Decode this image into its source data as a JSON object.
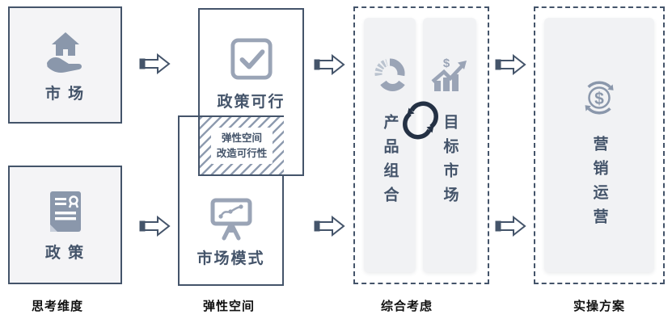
{
  "diagram": {
    "columns": [
      {
        "caption": "思考维度",
        "boxes": [
          {
            "label": "市 场",
            "icon": "house-in-hand-icon"
          },
          {
            "label": "政 策",
            "icon": "policy-document-icon"
          }
        ]
      },
      {
        "caption": "弹性空间",
        "boxes": [
          {
            "label": "政策可行",
            "icon": "checkbox-check-icon"
          },
          {
            "label": "市场模式",
            "icon": "presentation-chart-icon"
          }
        ],
        "overlap": {
          "line1": "弹性空间",
          "line2": "改造可行性"
        }
      },
      {
        "caption": "综合考虑",
        "pillars": [
          {
            "label": "产品组合",
            "icon": "donut-chart-icon"
          },
          {
            "label": "目标市场",
            "icon": "money-growth-icon"
          }
        ],
        "center_icon": "cycle-arrows-icon"
      },
      {
        "caption": "实操方案",
        "pillars": [
          {
            "label": "营销运营",
            "icon": "dollar-cycle-icon"
          }
        ]
      }
    ],
    "colors": {
      "border": "#44546A",
      "box_fill": "#F4F4F6",
      "pillar_fill": "#F1F2F4",
      "icon_gray_blue": "#8A97AB",
      "icon_muted": "#9AA4B6",
      "cycle_dark": "#243144",
      "label_text": "#44546A",
      "caption_text": "#111111"
    }
  }
}
